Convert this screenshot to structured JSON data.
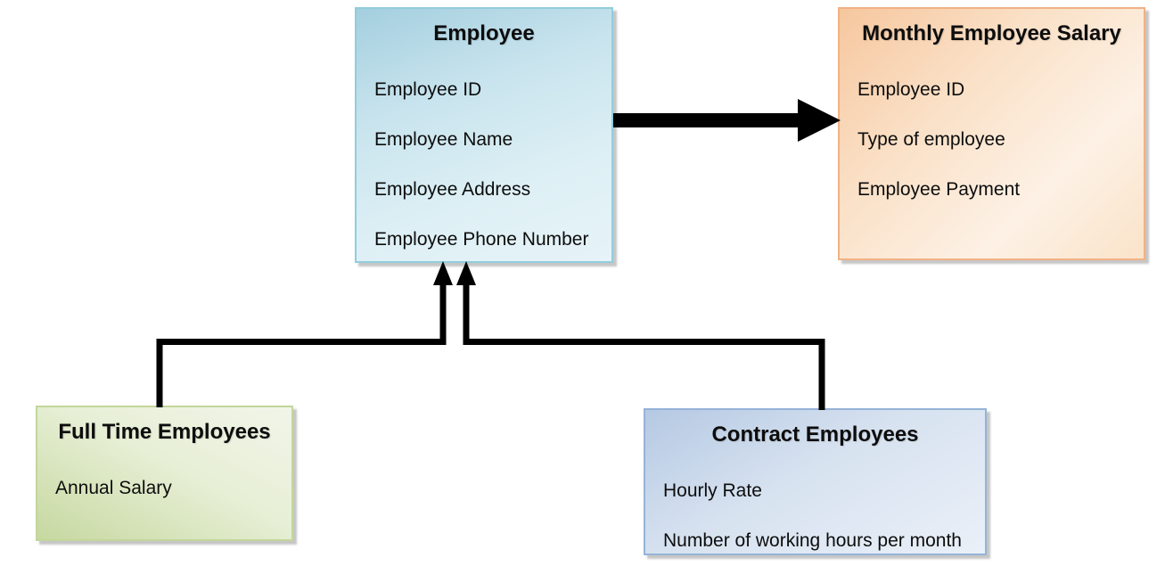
{
  "page": {
    "background_color": "#ffffff"
  },
  "nodes": {
    "employee": {
      "title": "Employee",
      "fields": [
        "Employee ID",
        "Employee Name",
        "Employee Address",
        "Employee Phone Number"
      ],
      "border_color": "#92cddc",
      "fill_color": "#d4eaf2"
    },
    "monthly_salary": {
      "title": "Monthly Employee Salary",
      "fields": [
        "Employee ID",
        "Type of employee",
        "Employee Payment"
      ],
      "border_color": "#f2b185",
      "fill_color": "#fbe3cd"
    },
    "full_time": {
      "title": "Full Time Employees",
      "fields": [
        "Annual Salary"
      ],
      "border_color": "#c3d69b",
      "fill_color": "#e4eed3"
    },
    "contract": {
      "title": "Contract Employees",
      "fields": [
        "Hourly Rate",
        "Number of working hours per month"
      ],
      "border_color": "#95b3d7",
      "fill_color": "#dce6f2"
    }
  },
  "connectors": [
    {
      "from": "Employee",
      "to": "Monthly Employee Salary",
      "style": "thick straight arrow right",
      "color": "#000000"
    },
    {
      "from": "Full Time Employees",
      "to": "Employee",
      "style": "elbow arrow up",
      "color": "#000000"
    },
    {
      "from": "Contract Employees",
      "to": "Employee",
      "style": "elbow arrow up",
      "color": "#000000"
    }
  ]
}
